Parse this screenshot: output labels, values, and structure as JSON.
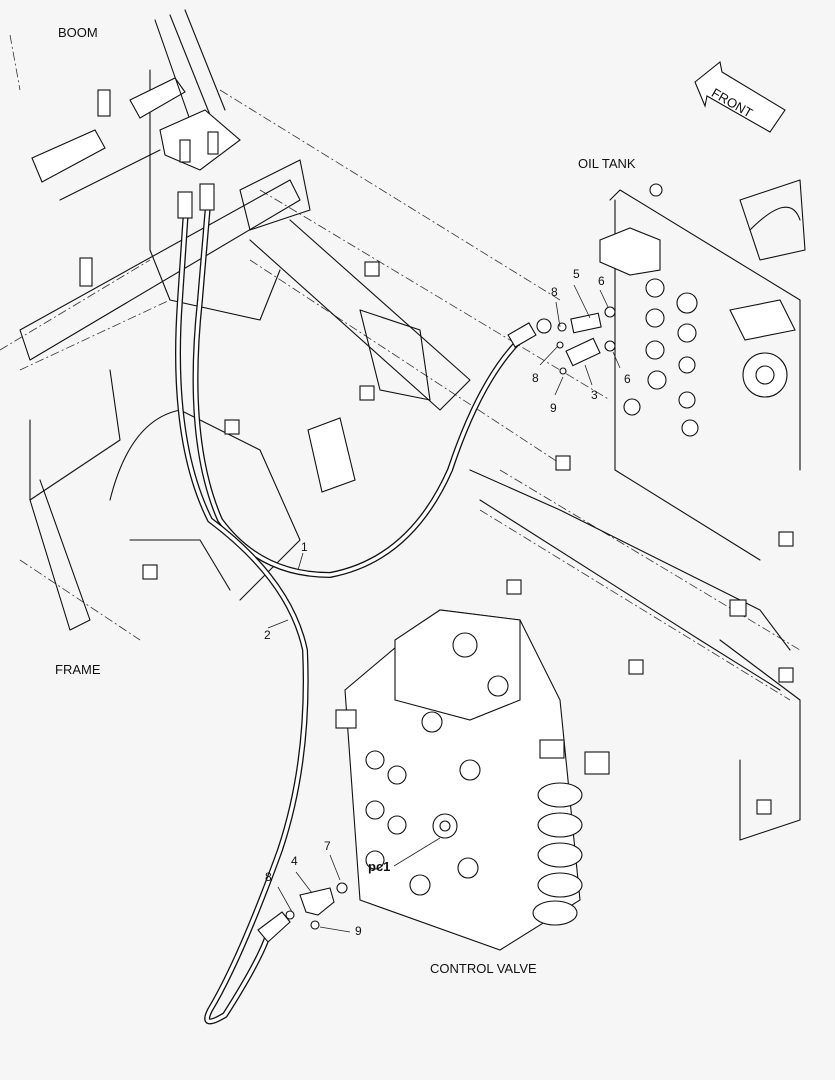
{
  "labels": {
    "boom": "BOOM",
    "oil_tank": "OIL TANK",
    "frame": "FRAME",
    "control_valve": "CONTROL VALVE",
    "front": "FRONT",
    "port": "pc1"
  },
  "callouts": {
    "c1": "1",
    "c2": "2",
    "c3": "3",
    "c4": "4",
    "c5": "5",
    "c6a": "6",
    "c6b": "6",
    "c7": "7",
    "c8a": "8",
    "c8b": "8",
    "c8c": "8",
    "c9a": "9",
    "c9b": "9"
  },
  "colors": {
    "line": "#111111",
    "background": "#f6f6f6"
  }
}
